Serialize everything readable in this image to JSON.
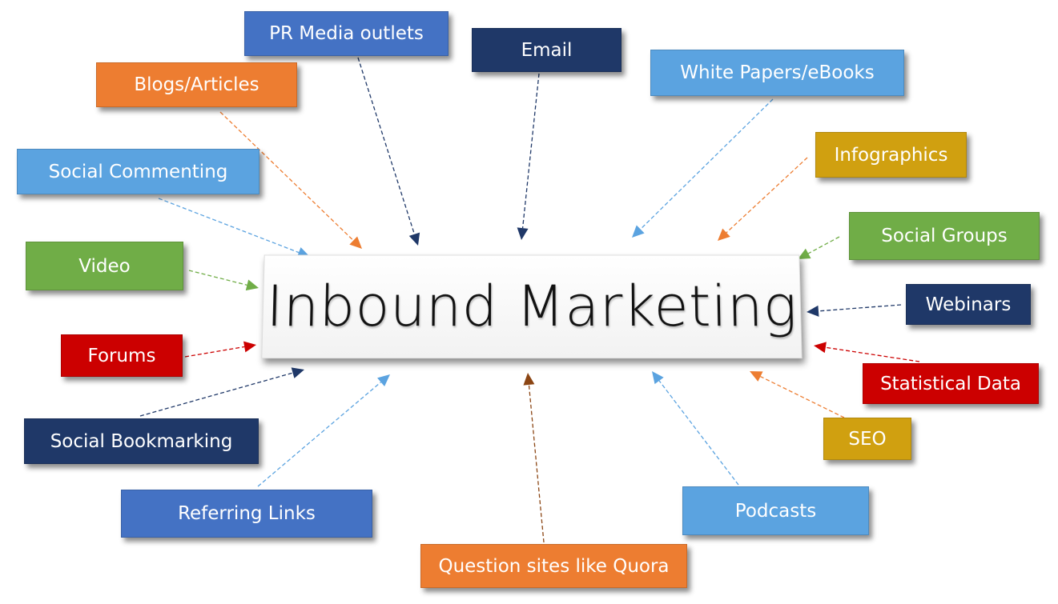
{
  "title": "Inbound Marketing",
  "colors": {
    "blue": "#4472C4",
    "navy": "#1F3868",
    "orange": "#ED7D31",
    "lightblue": "#5BA3E0",
    "gold": "#D0A010",
    "green": "#70AD47",
    "red": "#CC0000",
    "brown": "#8B4513"
  },
  "channels": [
    {
      "id": "pr",
      "label": "PR Media outlets",
      "color": "blue"
    },
    {
      "id": "email",
      "label": "Email",
      "color": "navy"
    },
    {
      "id": "blogs",
      "label": "Blogs/Articles",
      "color": "orange"
    },
    {
      "id": "whitepapers",
      "label": "White Papers/eBooks",
      "color": "lightblue"
    },
    {
      "id": "infographics",
      "label": "Infographics",
      "color": "gold"
    },
    {
      "id": "socialcommenting",
      "label": "Social Commenting",
      "color": "lightblue"
    },
    {
      "id": "socialgroups",
      "label": "Social Groups",
      "color": "green"
    },
    {
      "id": "video",
      "label": "Video",
      "color": "green"
    },
    {
      "id": "webinars",
      "label": "Webinars",
      "color": "navy"
    },
    {
      "id": "forums",
      "label": "Forums",
      "color": "red"
    },
    {
      "id": "statistical",
      "label": "Statistical Data",
      "color": "red"
    },
    {
      "id": "bookmarking",
      "label": "Social Bookmarking",
      "color": "navy"
    },
    {
      "id": "seo",
      "label": "SEO",
      "color": "gold"
    },
    {
      "id": "referring",
      "label": "Referring Links",
      "color": "blue"
    },
    {
      "id": "podcasts",
      "label": "Podcasts",
      "color": "lightblue"
    },
    {
      "id": "quora",
      "label": "Question sites like Quora",
      "color": "orange"
    }
  ],
  "arrow_colors": {
    "pr": "navy",
    "email": "navy",
    "blogs": "orange",
    "whitepapers": "lightblue",
    "infographics": "orange",
    "socialcommenting": "lightblue",
    "socialgroups": "green",
    "video": "green",
    "webinars": "navy",
    "forums": "red",
    "statistical": "red",
    "bookmarking": "navy",
    "seo": "orange",
    "referring": "lightblue",
    "podcasts": "lightblue",
    "quora": "brown"
  }
}
